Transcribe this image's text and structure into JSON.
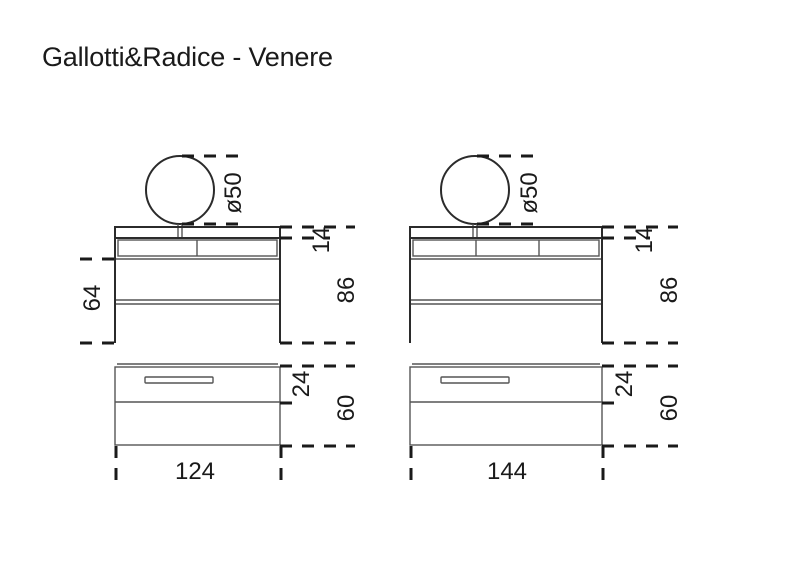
{
  "title": "Gallotti&Radice - Venere",
  "units": [
    {
      "id": "unit-124",
      "mirror_diameter": "ø50",
      "top_thickness": "14",
      "leg_height": "64",
      "total_height": "86",
      "drawer_depth": "24",
      "depth": "60",
      "width": "124",
      "drawer_count": 2
    },
    {
      "id": "unit-144",
      "mirror_diameter": "ø50",
      "top_thickness": "14",
      "total_height": "86",
      "drawer_depth": "24",
      "depth": "60",
      "width": "144",
      "drawer_count": 3
    }
  ],
  "colors": {
    "line": "#2b2b2b",
    "background": "#ffffff"
  }
}
